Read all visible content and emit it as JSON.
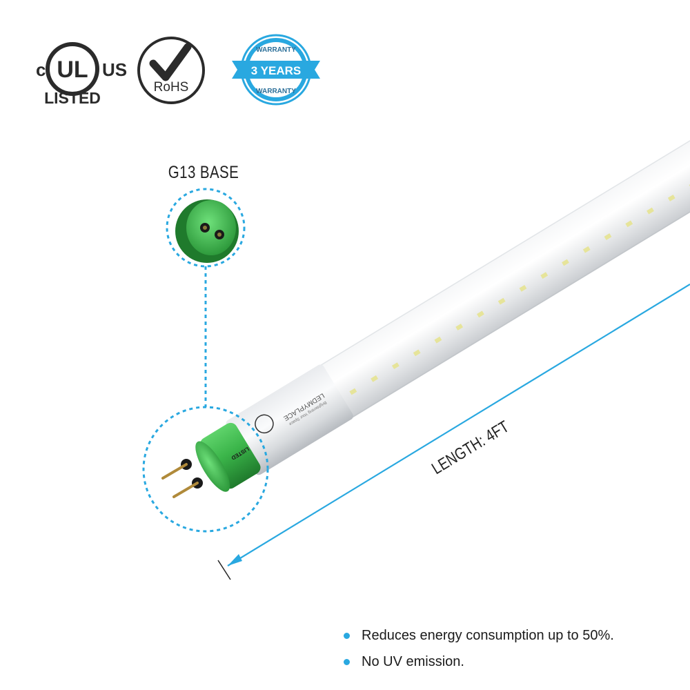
{
  "badges": {
    "ul": {
      "c": "c",
      "us": "US",
      "mark": "UL",
      "listed": "LISTED"
    },
    "rohs": {
      "label": "RoHS"
    },
    "warranty": {
      "top": "WARRANTY",
      "main": "3 YEARS",
      "bottom": "WARRANTY"
    }
  },
  "base_label": "G13 BASE",
  "length_label": "LENGTH: 4FT",
  "tube_print": {
    "brand": "LEDMYPLACE",
    "tagline": "Brightening Your Space",
    "cap_mark": "LISTED"
  },
  "features": [
    "Reduces energy consumption up to 50%.",
    "No UV emission."
  ],
  "colors": {
    "accent_blue": "#29a8e0",
    "cap_green": "#3bb54a",
    "badge_dark": "#2b2b2b"
  }
}
